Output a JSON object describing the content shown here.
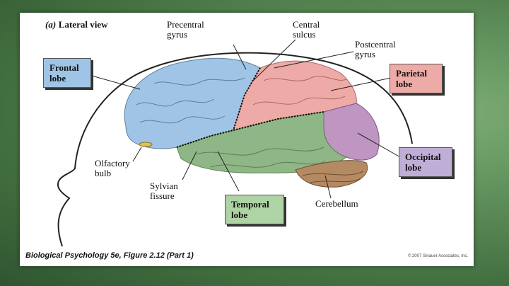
{
  "figure": {
    "panel_letter": "(a)",
    "panel_title": "Lateral view",
    "caption": "Biological Psychology 5e, Figure 2.12 (Part 1)",
    "copyright": "© 2007 Sinauer Associates, Inc."
  },
  "lobes": {
    "frontal": {
      "line1": "Frontal",
      "line2": "lobe",
      "color": "#9fc4e6"
    },
    "parietal": {
      "line1": "Parietal",
      "line2": "lobe",
      "color": "#eeaaa6"
    },
    "occipital": {
      "line1": "Occipital",
      "line2": "lobe",
      "color": "#bfaed6"
    },
    "temporal": {
      "line1": "Temporal",
      "line2": "lobe",
      "color": "#aed3a4"
    }
  },
  "labels": {
    "precentral": {
      "line1": "Precentral",
      "line2": "gyrus"
    },
    "central": {
      "line1": "Central",
      "line2": "sulcus"
    },
    "postcentral": {
      "line1": "Postcentral",
      "line2": "gyrus"
    },
    "olfactory": {
      "line1": "Olfactory",
      "line2": "bulb"
    },
    "sylvian": {
      "line1": "Sylvian",
      "line2": "fissure"
    },
    "cerebellum": {
      "line1": "Cerebellum"
    }
  }
}
